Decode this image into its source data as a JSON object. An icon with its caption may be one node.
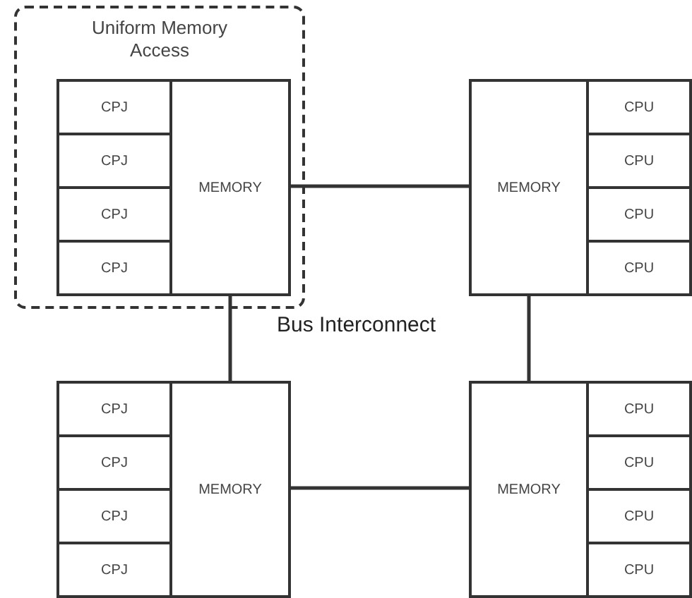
{
  "diagram": {
    "nodes": [
      {
        "text": [
          "Uniform Memory Access"
        ]
      },
      {
        "text": [
          "CPJ"
        ],
        "in": 0
      },
      {
        "text": [
          "CPJ"
        ],
        "in": 0
      },
      {
        "text": [
          "CPJ"
        ],
        "in": 0
      },
      {
        "text": [
          "CPJ"
        ],
        "in": 0
      },
      {
        "text": [
          "MEMORY"
        ],
        "in": 0
      },
      {
        "text": [
          "MEMORY"
        ]
      },
      {
        "text": [
          "CPU"
        ]
      },
      {
        "text": [
          "CPU"
        ]
      },
      {
        "text": [
          "CPU"
        ]
      },
      {
        "text": [
          "CPU"
        ]
      },
      {
        "text": [
          "CPJ"
        ]
      },
      {
        "text": [
          "CPJ"
        ]
      },
      {
        "text": [
          "CPJ"
        ]
      },
      {
        "text": [
          "CPJ"
        ]
      },
      {
        "text": [
          "MEMORY"
        ]
      },
      {
        "text": [
          "MEMORY"
        ]
      },
      {
        "text": [
          "CPU"
        ]
      },
      {
        "text": [
          "CPU"
        ]
      },
      {
        "text": [
          "CPU"
        ]
      },
      {
        "text": [
          "CPU"
        ]
      }
    ],
    "edges": [
      {
        "from": 5,
        "to": 6,
        "arrow": "none"
      },
      {
        "from": 5,
        "to": 15,
        "arrow": "none"
      },
      {
        "from": 6,
        "to": 16,
        "arrow": "none"
      },
      {
        "from": 15,
        "to": 16,
        "arrow": "none"
      }
    ],
    "labels": [
      "Bus Interconnect"
    ]
  }
}
